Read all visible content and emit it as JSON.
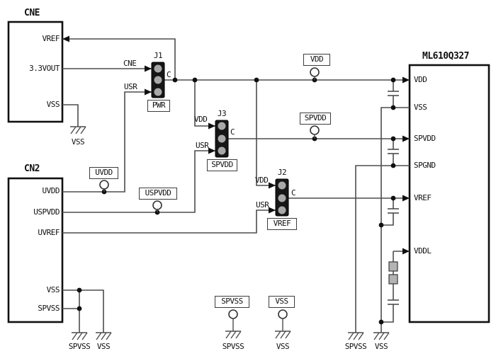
{
  "colors": {
    "wire": "#4d4d4d",
    "outline": "#101010",
    "jumper_body": "#161616",
    "jumper_pin": "#a8a8a8",
    "resistor_fill": "#b3b3b3",
    "background": "#ffffff"
  },
  "cne": {
    "title": "CNE",
    "pins": {
      "vref": "VREF",
      "vout": "3.3VOUT",
      "vss": "VSS"
    },
    "ground_label": "VSS"
  },
  "cn2": {
    "title": "CN2",
    "pins": {
      "uvdd": "UVDD",
      "uspvdd": "USPVDD",
      "uvref": "UVREF",
      "vss": "VSS",
      "spvss": "SPVSS"
    },
    "ground_left_label": "SPVSS",
    "ground_right_label": "VSS"
  },
  "chip": {
    "title": "ML610Q327",
    "pins": {
      "vdd": "VDD",
      "vss": "VSS",
      "spvdd": "SPVDD",
      "spgnd": "SPGND",
      "vref": "VREF",
      "vddl": "VDDL"
    },
    "ground_left_label": "SPVSS",
    "ground_right_label": "VSS"
  },
  "jumpers": {
    "j1": {
      "id": "J1",
      "name": "PWR",
      "in_top": "CNE",
      "in_bottom": "USR",
      "out": "C"
    },
    "j3": {
      "id": "J3",
      "name": "SPVDD",
      "in_top": "VDD",
      "in_bottom": "USR",
      "out": "C"
    },
    "j2": {
      "id": "J2",
      "name": "VREF",
      "in_top": "VDD",
      "in_bottom": "USR",
      "out": "C"
    }
  },
  "testpoints": {
    "uvdd": "UVDD",
    "uspvdd": "USPVDD",
    "vdd": "VDD",
    "spvdd": "SPVDD",
    "spvss": {
      "label": "SPVSS",
      "ground_label": "SPVSS"
    },
    "vss": {
      "label": "VSS",
      "ground_label": "VSS"
    }
  }
}
